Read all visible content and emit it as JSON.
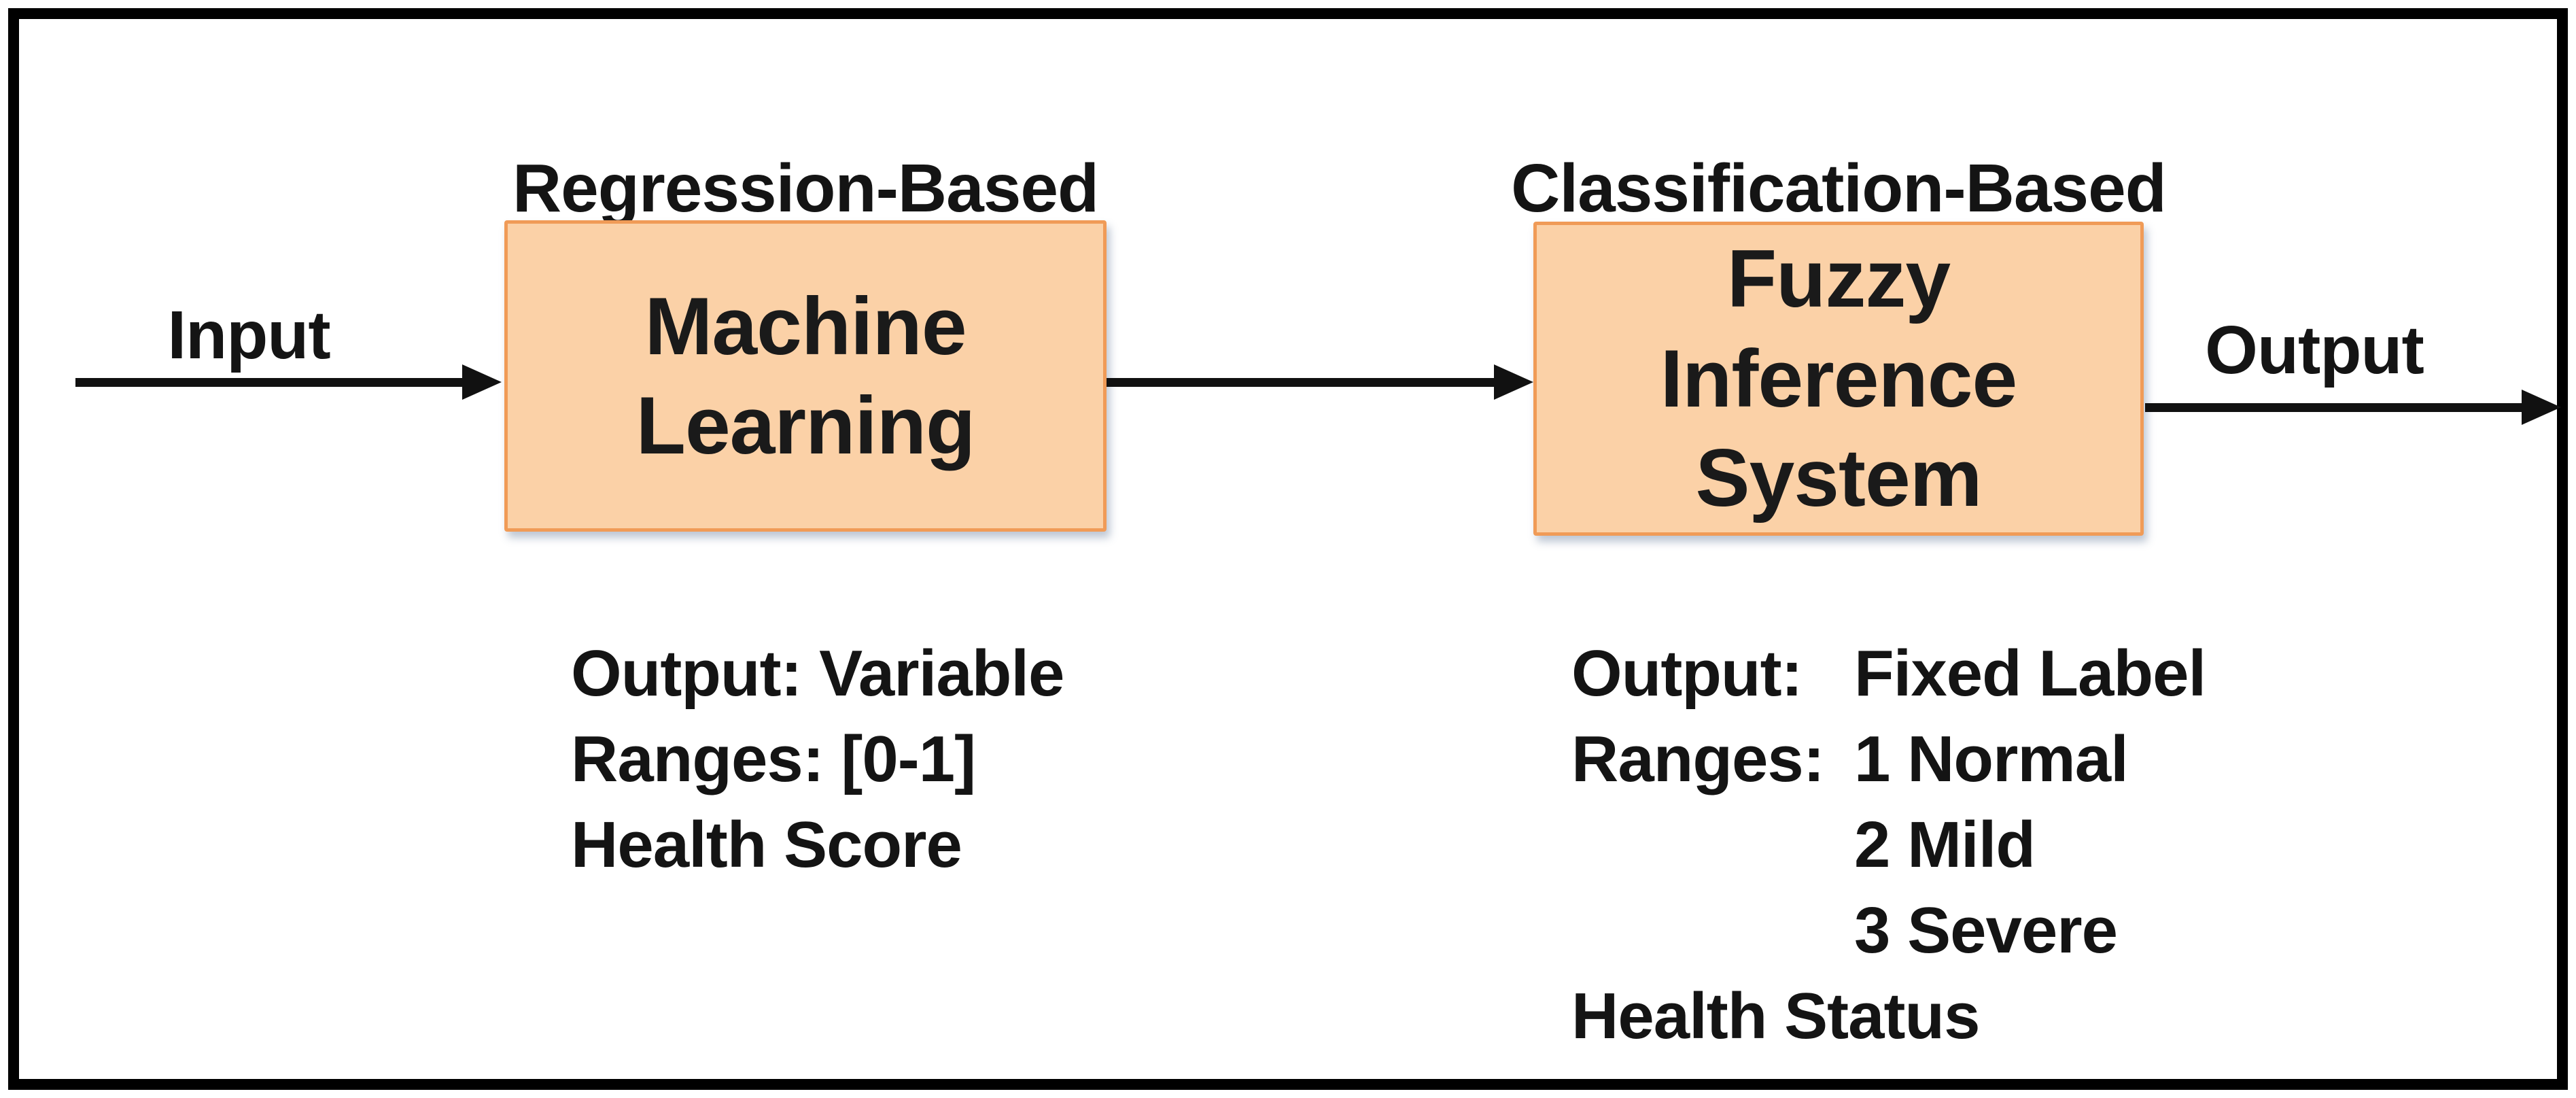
{
  "colors": {
    "box_fill": "#FBD1A7",
    "box_border": "#F09B57",
    "frame": "#000000",
    "arrow": "#111111",
    "text": "#141414"
  },
  "flow": {
    "input_label": "Input",
    "output_label": "Output"
  },
  "ml_stage": {
    "title": "Regression-Based",
    "box_lines": [
      "Machine",
      "Learning"
    ],
    "notes": [
      "Output: Variable",
      "Ranges: [0-1]",
      "Health Score"
    ]
  },
  "fis_stage": {
    "title": "Classification-Based",
    "box_lines": [
      "Fuzzy",
      "Inference",
      "System"
    ],
    "notes_rows": [
      {
        "label": "Output:",
        "value": "Fixed Label"
      },
      {
        "label": "Ranges:",
        "value": "1 Normal"
      },
      {
        "label": "",
        "value": "2 Mild"
      },
      {
        "label": "",
        "value": "3 Severe"
      }
    ],
    "notes_footer": "Health Status"
  }
}
